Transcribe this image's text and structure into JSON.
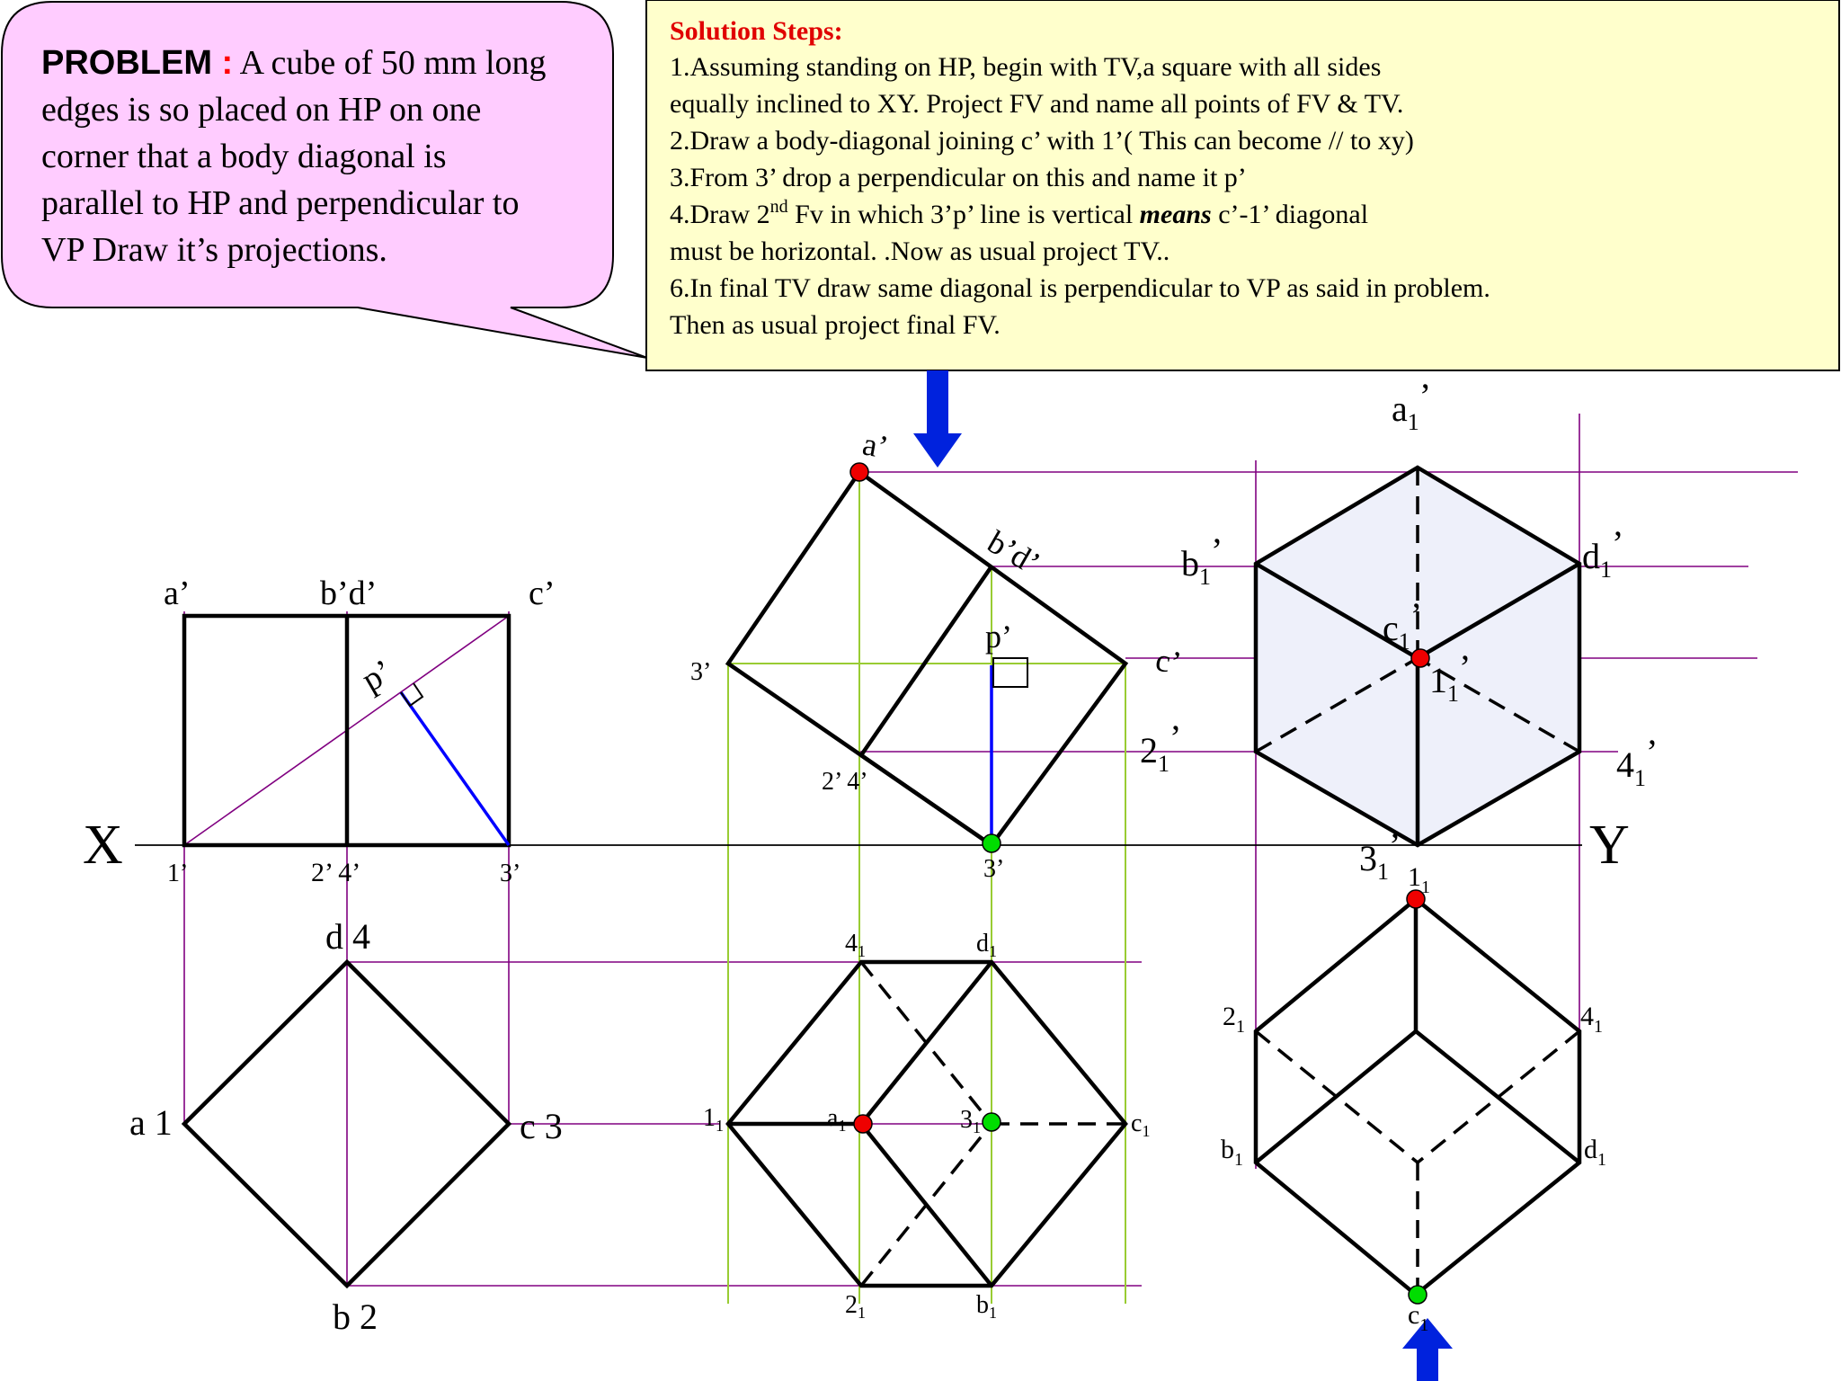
{
  "problem": {
    "heading": "PROBLEM",
    "colon": " :",
    "lines": [
      " A cube of 50 mm long",
      "edges is so placed on HP on one",
      "corner that a body diagonal is",
      " parallel to HP and perpendicular to",
      "VP  Draw it’s projections."
    ],
    "bubble_color": "#ffccff",
    "colon_color": "#ff0000"
  },
  "solution": {
    "title": "Solution Steps:",
    "title_color": "#e00000",
    "box_color": "#ffffcc",
    "lines": [
      "1.Assuming standing on HP, begin with TV,a square with all sides",
      "equally inclined to XY. Project FV and name all points of FV & TV.",
      "2.Draw a body-diagonal joining c’ with 1’( This can become // to xy)",
      "3.From 3’ drop a perpendicular on this and name it p’",
      "   must be horizontal. .Now as usual project TV..",
      "6.In final TV draw same diagonal is perpendicular to VP as said in problem.",
      "Then as usual project final FV."
    ],
    "step4_pre": "4.Draw 2",
    "step4_sup": "nd",
    "step4_mid": " Fv in which 3’p’ line is vertical  ",
    "step4_emph": "means",
    "step4_post": " c’-1’ diagonal"
  },
  "axis": {
    "x_label": "X",
    "y_label": "Y"
  },
  "labels": {
    "fv1": [
      "a’",
      "b’d’",
      "c’",
      "p’",
      "1’",
      "2’ 4’",
      "3’"
    ],
    "tv1": [
      "d 4",
      "a 1",
      "c 3",
      "b 2"
    ],
    "fv2": [
      "a’",
      "b’d’",
      "p’",
      "c’",
      "3’",
      "2’ 4’",
      "3’"
    ],
    "tv2_base": [
      "4",
      "d",
      "1",
      "a",
      "3",
      "c",
      "2",
      "b"
    ],
    "fv3_base": [
      "a",
      "b",
      "d",
      "c",
      "1",
      "2",
      "4",
      "3"
    ],
    "tv3_base": [
      "1",
      "2",
      "4",
      "b",
      "d",
      "c"
    ],
    "sub_one": "1",
    "prime": "’"
  },
  "colors": {
    "outline": "#000000",
    "projector": "#800080",
    "green_projector": "#99cc33",
    "blue": "#0000ff",
    "arrow": "#0022dd",
    "red_point": "#ee0000",
    "green_point": "#00dd00",
    "hexagon_fill": "#eef0fa"
  }
}
